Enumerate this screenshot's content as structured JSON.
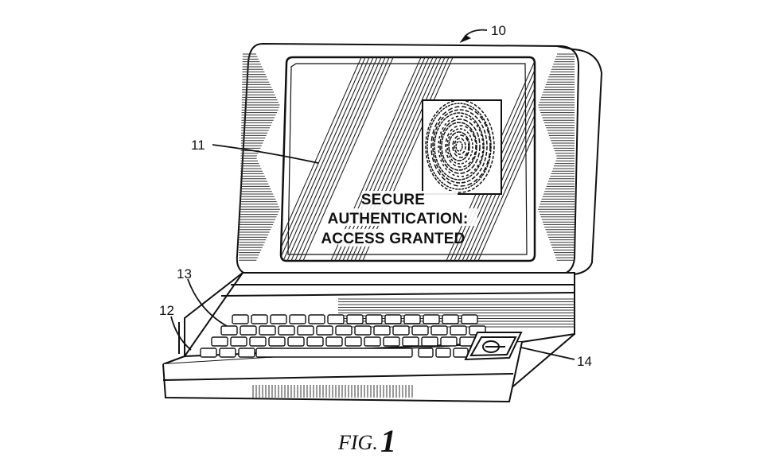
{
  "labels": {
    "device": "10",
    "display": "11",
    "keyboard_base": "12",
    "keys": "13",
    "fingerprint_sensor": "14"
  },
  "screen_message": {
    "line1": "SECURE",
    "line2": "AUTHENTICATION:",
    "line3": "ACCESS GRANTED"
  },
  "caption": {
    "prefix": "FIG.",
    "number": "1"
  }
}
